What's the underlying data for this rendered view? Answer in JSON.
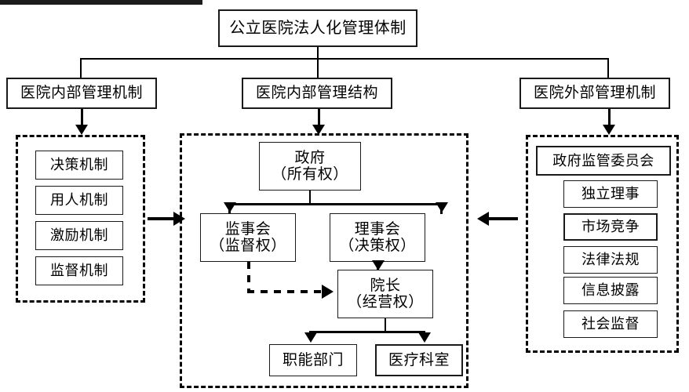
{
  "diagram": {
    "title": "公立医院法人化管理体制",
    "root": {
      "label": "公立医院法人化管理体制"
    },
    "branches": {
      "left": {
        "label": "医院内部管理机制"
      },
      "center": {
        "label": "医院内部管理结构"
      },
      "right": {
        "label": "医院外部管理机制"
      }
    },
    "left_group": {
      "items": [
        {
          "label": "决策机制"
        },
        {
          "label": "用人机制"
        },
        {
          "label": "激励机制"
        },
        {
          "label": "监督机制"
        }
      ]
    },
    "center_group": {
      "government": {
        "line1": "政府",
        "line2": "（所有权）"
      },
      "supervisors": {
        "line1": "监事会",
        "line2": "（监督权）"
      },
      "board": {
        "line1": "理事会",
        "line2": "（决策权）"
      },
      "president": {
        "line1": "院长",
        "line2": "（经营权）"
      },
      "functional_dept": {
        "label": "职能部门"
      },
      "medical_dept": {
        "label": "医疗科室"
      }
    },
    "right_group": {
      "header": {
        "label": "政府监管委员会"
      },
      "items": [
        {
          "label": "独立理事"
        },
        {
          "label": "市场竞争"
        },
        {
          "label": "法律法规"
        },
        {
          "label": "信息披露"
        },
        {
          "label": "社会监督"
        }
      ]
    },
    "colors": {
      "stroke": "#000000",
      "background": "#ffffff",
      "box_border": "#1a1a1a"
    }
  }
}
